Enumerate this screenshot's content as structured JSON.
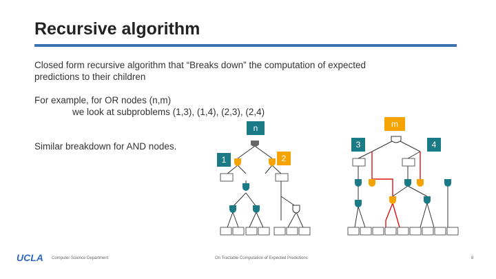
{
  "slide": {
    "title": "Recursive algorithm",
    "paragraph1": "Closed form recursive algorithm that “Breaks down” the computation of expected predictions to their children",
    "paragraph2": "For example, for OR nodes (n,m)",
    "paragraph3": "we look at subproblems (1,3), (1,4), (2,3), (2,4)",
    "paragraph4": "Similar breakdown for AND nodes."
  },
  "labels": {
    "n": "n",
    "m": "m",
    "one": "1",
    "two": "2",
    "three": "3",
    "four": "4"
  },
  "footer": {
    "logo": "UCLA",
    "department": "Computer Science Department",
    "paper": "On Tractable Computation of Expected Predictions",
    "page": "8"
  },
  "colors": {
    "accent_rule": "#3a73b0",
    "orange": "#f5a300",
    "teal": "#1a7a86",
    "red_edge": "#d11"
  }
}
